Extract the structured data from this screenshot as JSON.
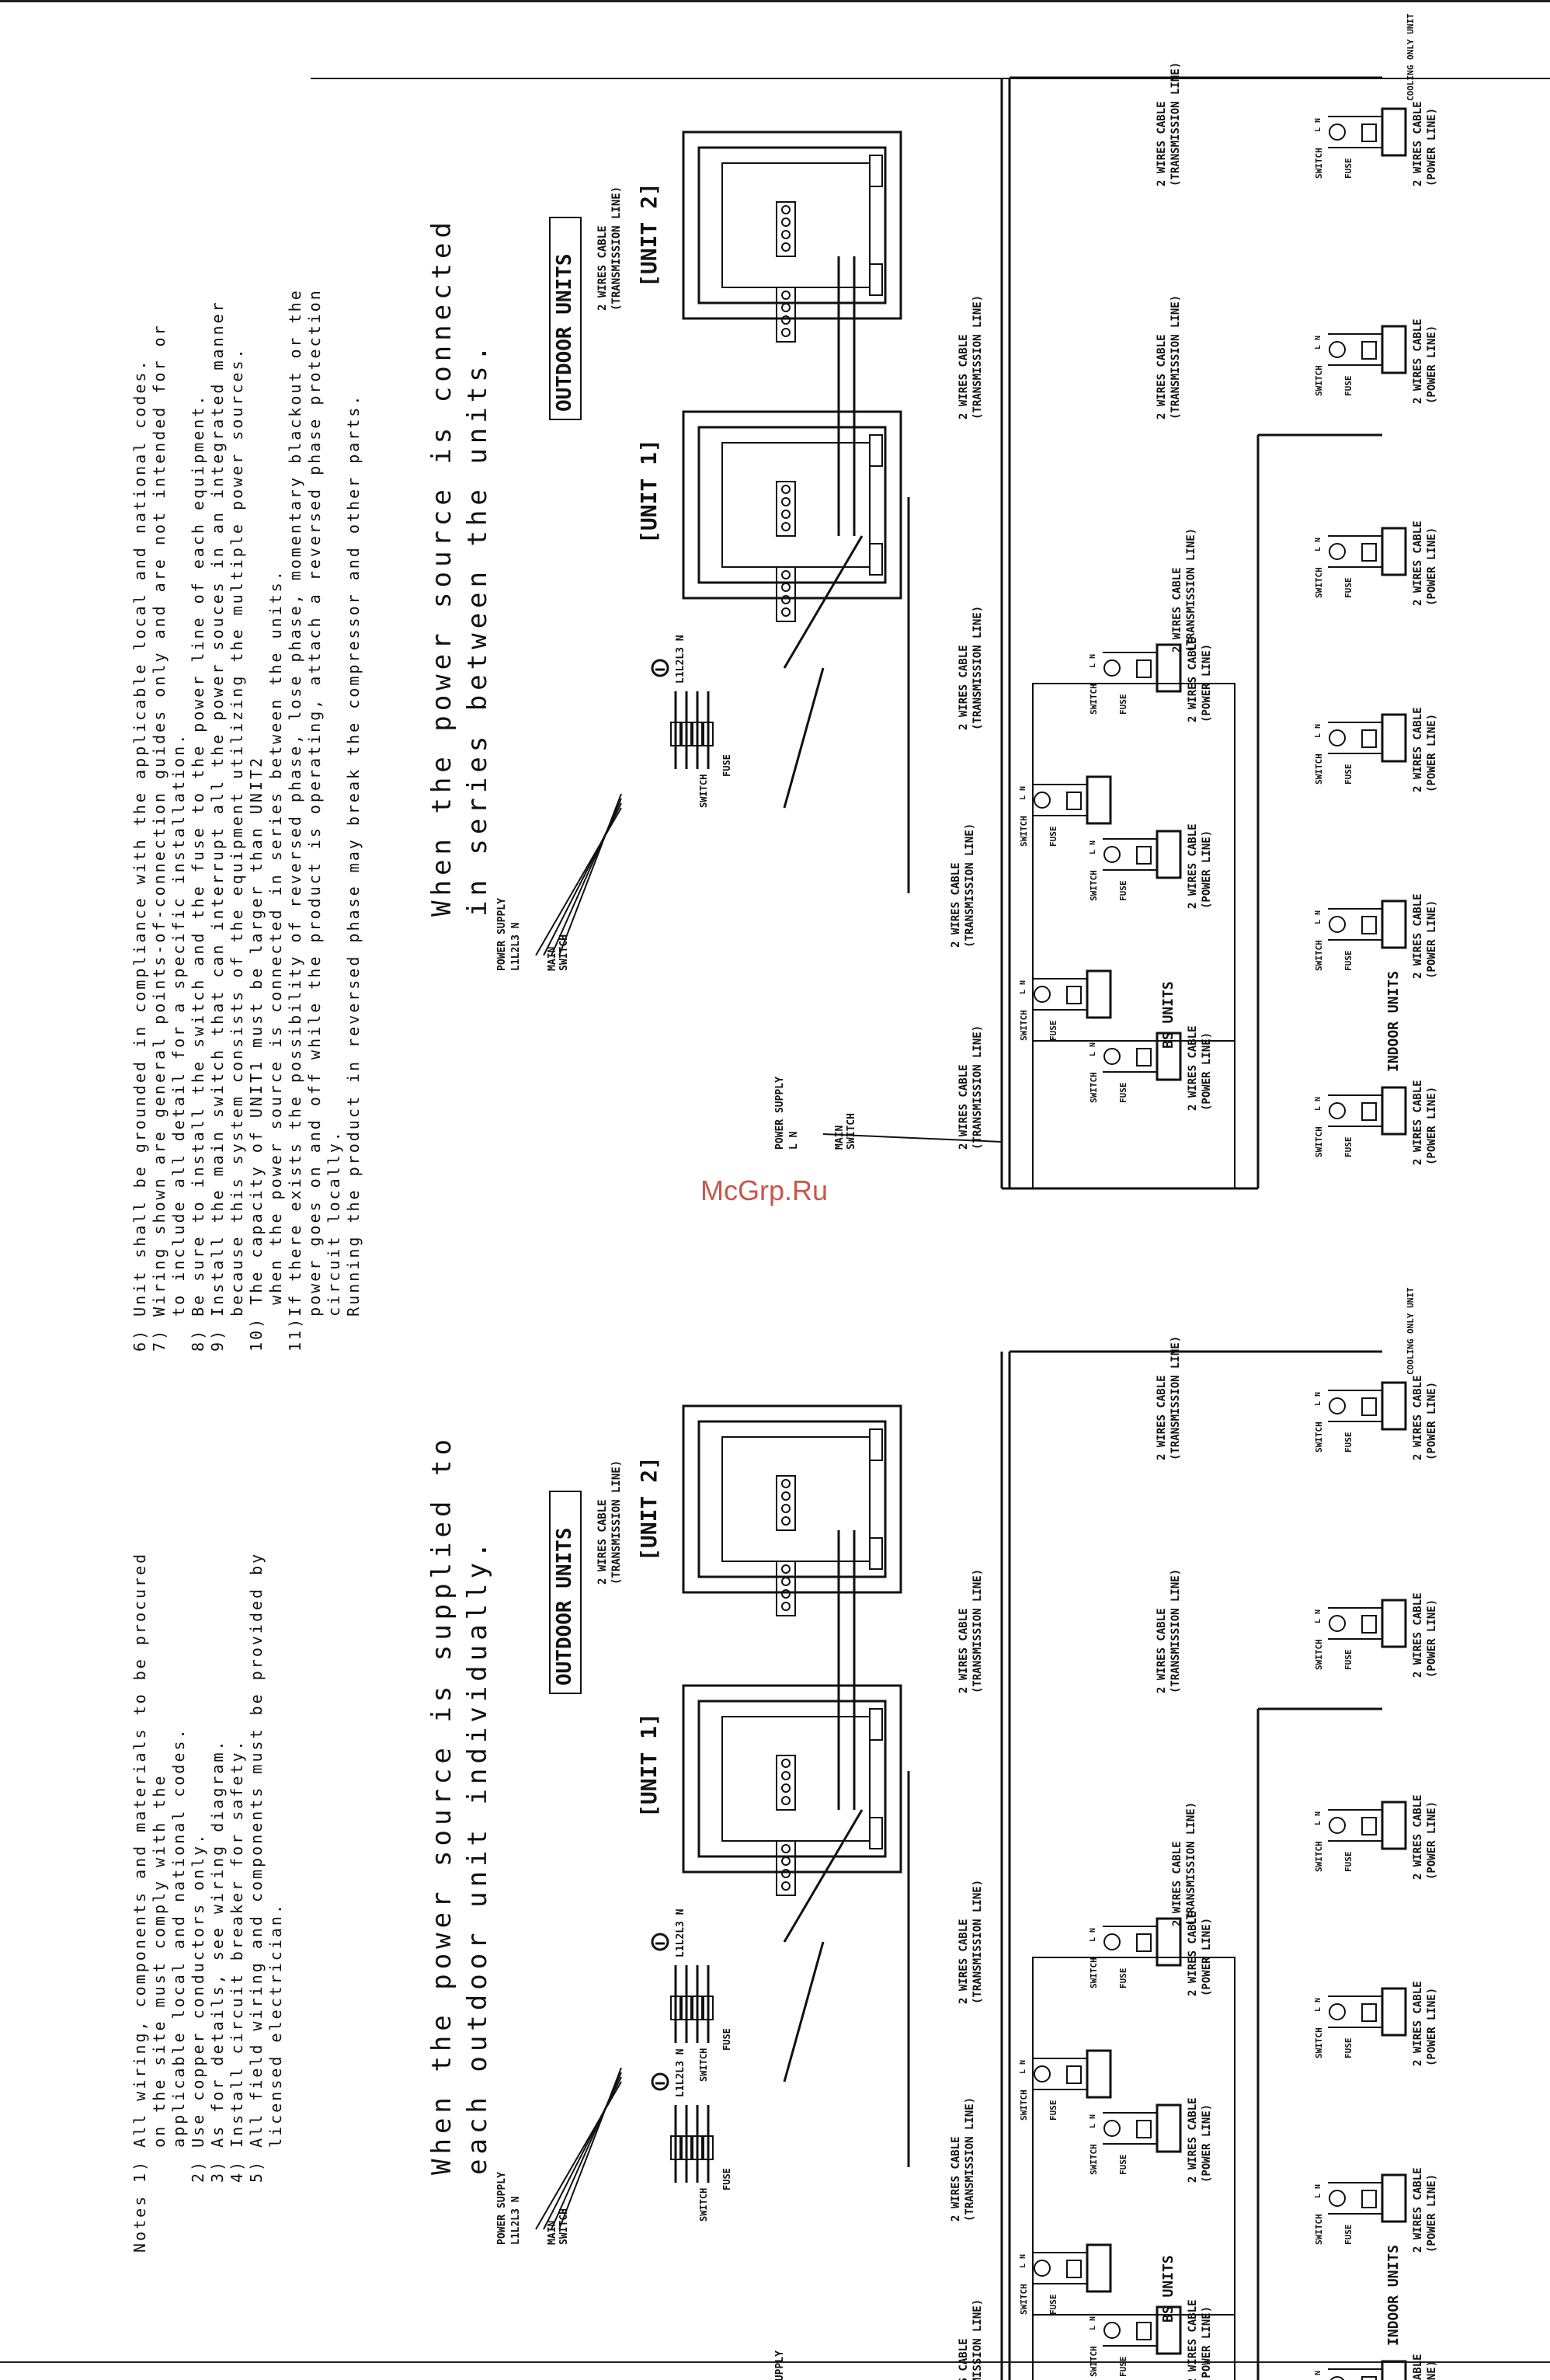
{
  "watermark": "McGrp.Ru",
  "notes": {
    "label": "Notes",
    "left": [
      "1) All wiring, components and materials to be procured",
      "   on the site must comply with the",
      "   applicable local and national codes.",
      "2) Use copper conductors only.",
      "3) As for details, see wiring diagram.",
      "4) Install circuit breaker for safety.",
      "5) All field wiring and components must be provided by",
      "   licensed electrician."
    ],
    "right": [
      "6) Unit shall be grounded in compliance with the applicable local and national codes.",
      "7) Wiring shown are general points-of-connection guides only and are not intended for or",
      "   to include all detail for a specific installation.",
      "8) Be sure to install the switch and the fuse to the power line of each equipment.",
      "9) Install the main switch that can interrupt all the power souces in an integrated manner",
      "   because this system consists of the equipment utilizing the multiple power sources.",
      "10) The capacity of UNIT1 must be larger than UNIT2",
      "    when the power source is connected in series between the units.",
      "11)If there exists the possibility of reversed phase, lose phase, momentary blackout or the",
      "   power goes on and off while the product is operating, attach a reversed phase protection",
      "   circuit locally.",
      "   Running the product in reversed phase may break the compressor and other parts."
    ]
  },
  "headings": {
    "individual": [
      "When the power source is supplied to",
      "each outdoor unit individually."
    ],
    "series": [
      "When the power source is connected",
      "in series between the units."
    ]
  },
  "labels": {
    "outdoor_units": "OUTDOOR UNITS",
    "unit1": "[UNIT 1]",
    "unit2": "[UNIT 2]",
    "bs_units": "BS UNITS",
    "indoor_units": "INDOOR UNITS",
    "cooling_only": "COOLING ONLY UNIT",
    "power_supply": "POWER SUPPLY",
    "phase3": "L1L2L3 N",
    "phase1": "L  N",
    "main_switch_1": "MAIN",
    "main_switch_2": "SWITCH",
    "switch": "SWITCH",
    "fuse": "FUSE",
    "l": "L",
    "n": "N",
    "l_terms": "L1L2L3 N",
    "cable": "2 WIRES CABLE",
    "transmission": "(TRANSMISSION LINE)",
    "power_line": "(POWER LINE)"
  }
}
